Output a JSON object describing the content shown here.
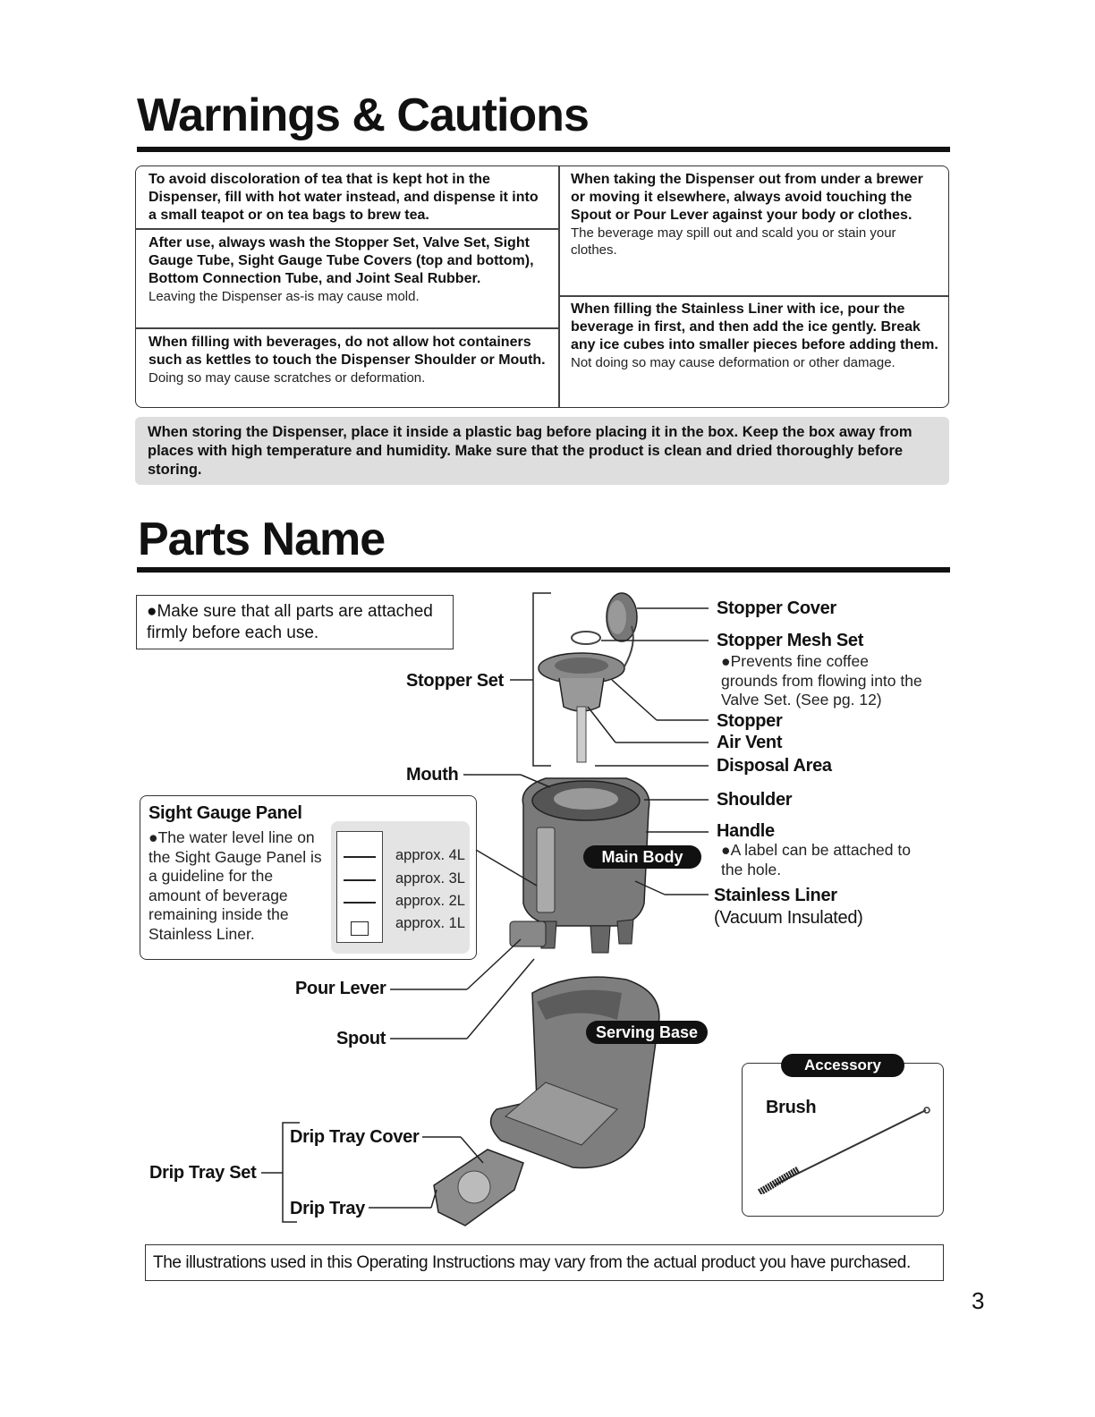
{
  "warnings": {
    "title": "Warnings & Cautions",
    "left_cells": [
      {
        "bold": "To avoid discoloration of tea that is kept hot in the Dispenser, fill with hot water instead, and dispense it into a small teapot or on tea bags to brew tea.",
        "text": ""
      },
      {
        "bold": "After use, always wash the Stopper Set, Valve Set, Sight Gauge Tube, Sight Gauge Tube Covers (top and bottom), Bottom Connection Tube, and Joint Seal Rubber.",
        "text": "Leaving the Dispenser as-is may cause mold."
      },
      {
        "bold": "When filling with beverages, do not allow hot containers such as kettles to touch the Dispenser Shoulder or Mouth.",
        "text": "Doing so may cause scratches or deformation."
      }
    ],
    "right_cells": [
      {
        "bold": "When taking the Dispenser out from under a brewer or moving it elsewhere, always avoid touching the Spout or Pour Lever against your body or clothes.",
        "text": "The beverage may spill out and scald you or stain your clothes."
      },
      {
        "bold": "When filling the Stainless Liner with ice, pour the beverage in first, and then add the ice gently. Break any ice cubes into smaller pieces before adding them.",
        "text": "Not doing so may cause deformation or other damage."
      }
    ],
    "storage_note": "When storing the Dispenser, place it inside a plastic bag before placing it in the box. Keep the box away from places with high temperature and humidity. Make sure that the product is clean and dried thoroughly before storing."
  },
  "parts": {
    "title": "Parts Name",
    "attach_note": "●Make sure that all parts are attached firmly before each use.",
    "labels": {
      "stopper_cover": "Stopper Cover",
      "stopper_mesh_set": "Stopper Mesh Set",
      "stopper_mesh_note": "●Prevents fine coffee grounds from flowing into the Valve Set. (See pg. 12)",
      "stopper": "Stopper",
      "air_vent": "Air Vent",
      "disposal_area": "Disposal Area",
      "shoulder": "Shoulder",
      "handle": "Handle",
      "handle_note": "●A label can be attached to the hole.",
      "stainless_liner": "Stainless Liner",
      "stainless_liner_sub": "(Vacuum Insulated)",
      "stopper_set": "Stopper Set",
      "mouth": "Mouth",
      "pour_lever": "Pour Lever",
      "spout": "Spout",
      "drip_tray_cover": "Drip Tray Cover",
      "drip_tray": "Drip Tray",
      "drip_tray_set": "Drip Tray Set",
      "main_body": "Main Body",
      "serving_base": "Serving Base"
    },
    "sight_gauge": {
      "title": "Sight Gauge Panel",
      "text": "●The water level line on the Sight Gauge Panel is a guideline for the amount of beverage remaining inside the Stainless Liner.",
      "levels": [
        "approx. 4L",
        "approx. 3L",
        "approx. 2L",
        "approx. 1L"
      ]
    },
    "accessory": {
      "badge": "Accessory",
      "item": "Brush"
    },
    "disclaimer": "The illustrations used in this Operating Instructions may vary from the actual product you have purchased."
  },
  "page_number": "3"
}
